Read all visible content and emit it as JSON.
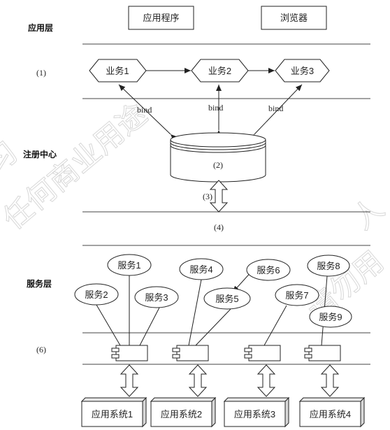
{
  "layers": {
    "app_layer": "应用层",
    "registry": "注册中心",
    "service_layer": "服务层"
  },
  "markers": {
    "m1": "(1)",
    "m2": "(2)",
    "m3": "(3)",
    "m4": "(4)",
    "m6": "(6)"
  },
  "app_layer_boxes": [
    "应用程序",
    "浏览器"
  ],
  "business": [
    "业务1",
    "业务2",
    "业务3"
  ],
  "bind_label": "bind",
  "services": [
    "服务1",
    "服务2",
    "服务3",
    "服务4",
    "服务5",
    "服务6",
    "服务7",
    "服务8",
    "服务9"
  ],
  "app_systems": [
    "应用系统1",
    "应用系统2",
    "应用系统3",
    "应用系统4"
  ],
  "watermark": [
    "习",
    "任何商业用途",
    "人",
    "请勿用"
  ]
}
